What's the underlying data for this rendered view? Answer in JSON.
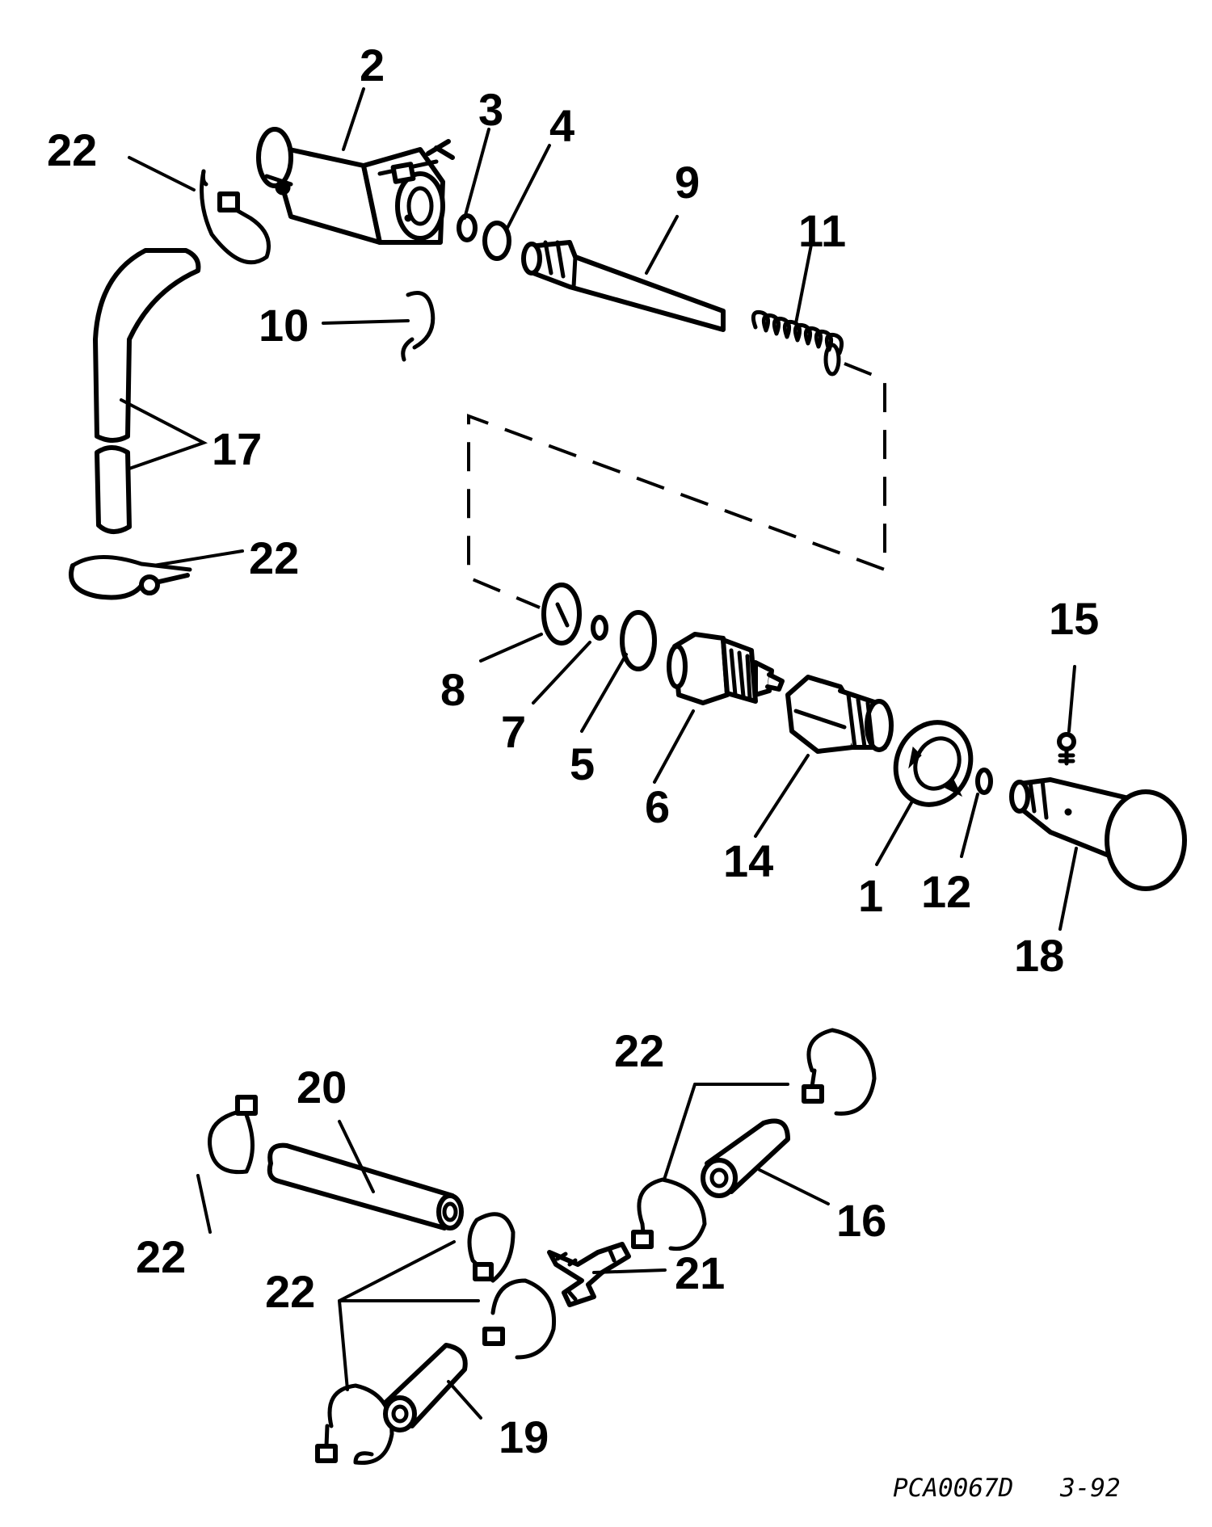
{
  "callouts": {
    "c1": "1",
    "c2": "2",
    "c3": "3",
    "c4": "4",
    "c5": "5",
    "c6": "6",
    "c7": "7",
    "c8": "8",
    "c9": "9",
    "c10": "10",
    "c11": "11",
    "c12": "12",
    "c14": "14",
    "c15": "15",
    "c16": "16",
    "c17": "17",
    "c18": "18",
    "c19": "19",
    "c20": "20",
    "c21": "21",
    "c22a": "22",
    "c22b": "22",
    "c22c": "22",
    "c22d": "22",
    "c22e": "22"
  },
  "footer": {
    "code": "PCA0067D",
    "page": "3-92"
  }
}
